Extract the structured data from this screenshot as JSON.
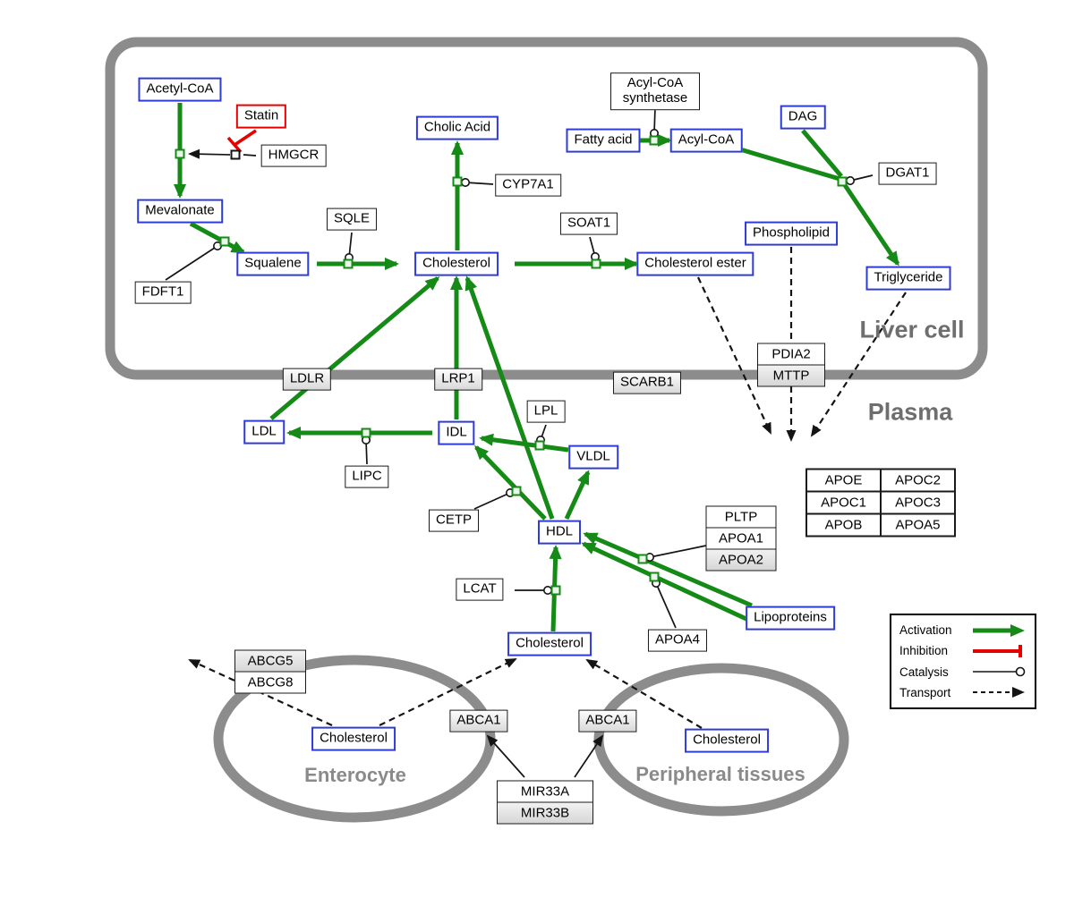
{
  "colors": {
    "activation_green": "#168a16",
    "inhibition_red": "#e60000",
    "metabolite_blue": "#2e3bd5",
    "membrane_gray": "#8c8c8c",
    "region_label_gray": "#6e6e6e"
  },
  "regions": {
    "liver_label": "Liver cell",
    "plasma_label": "Plasma",
    "enterocyte_label": "Enterocyte",
    "peripheral_label": "Peripheral tissues"
  },
  "nodes": {
    "acetyl_coa": "Acetyl-CoA",
    "statin": "Statin",
    "hmgcr": "HMGCR",
    "mevalonate": "Mevalonate",
    "fdft1": "FDFT1",
    "squalene": "Squalene",
    "sqle": "SQLE",
    "cholesterol_liver": "Cholesterol",
    "cholic_acid": "Cholic Acid",
    "cyp7a1": "CYP7A1",
    "soat1": "SOAT1",
    "cholesterol_ester": "Cholesterol ester",
    "fatty_acid": "Fatty acid",
    "acyl_coa": "Acyl-CoA",
    "acyl_coa_synthetase": "Acyl-CoA synthetase",
    "dag": "DAG",
    "dgat1": "DGAT1",
    "phospholipid": "Phospholipid",
    "triglyceride": "Triglyceride",
    "pdia2": "PDIA2",
    "mttp": "MTTP",
    "ldlr": "LDLR",
    "lrp1": "LRP1",
    "scarb1": "SCARB1",
    "ldl": "LDL",
    "idl": "IDL",
    "vldl": "VLDL",
    "hdl": "HDL",
    "lipc": "LIPC",
    "lpl": "LPL",
    "cetp": "CETP",
    "lcat": "LCAT",
    "pltp": "PLTP",
    "apoa1": "APOA1",
    "apoa2": "APOA2",
    "apoa4": "APOA4",
    "lipoproteins": "Lipoproteins",
    "apoe": "APOE",
    "apoc2": "APOC2",
    "apoc1": "APOC1",
    "apoc3": "APOC3",
    "apob": "APOB",
    "apoa5": "APOA5",
    "cholesterol_plasma": "Cholesterol",
    "abcg5": "ABCG5",
    "abcg8": "ABCG8",
    "cholesterol_enterocyte": "Cholesterol",
    "abca1": "ABCA1",
    "cholesterol_peripheral": "Cholesterol",
    "mir33a": "MIR33A",
    "mir33b": "MIR33B"
  },
  "legend": {
    "activation": "Activation",
    "inhibition": "Inhibition",
    "catalysis": "Catalysis",
    "transport": "Transport"
  }
}
